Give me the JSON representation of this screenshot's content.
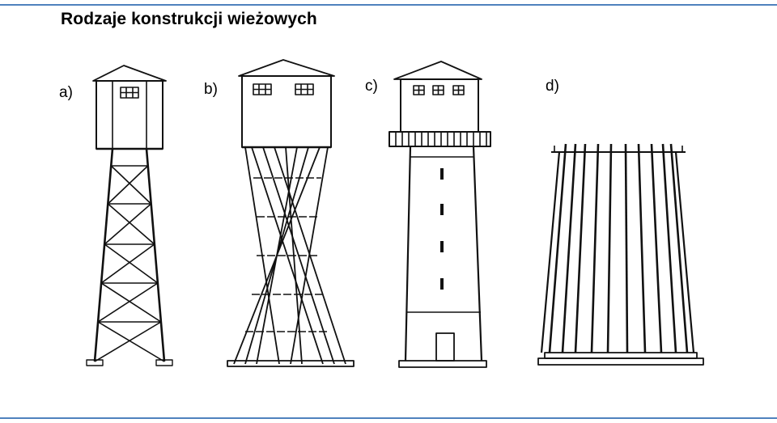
{
  "slide": {
    "title": "Rodzaje konstrukcji wieżowych",
    "accent_color": "#4f81bd"
  },
  "figure": {
    "panels": [
      {
        "label": "a)"
      },
      {
        "label": "b)"
      },
      {
        "label": "c)"
      },
      {
        "label": "d)"
      }
    ]
  }
}
